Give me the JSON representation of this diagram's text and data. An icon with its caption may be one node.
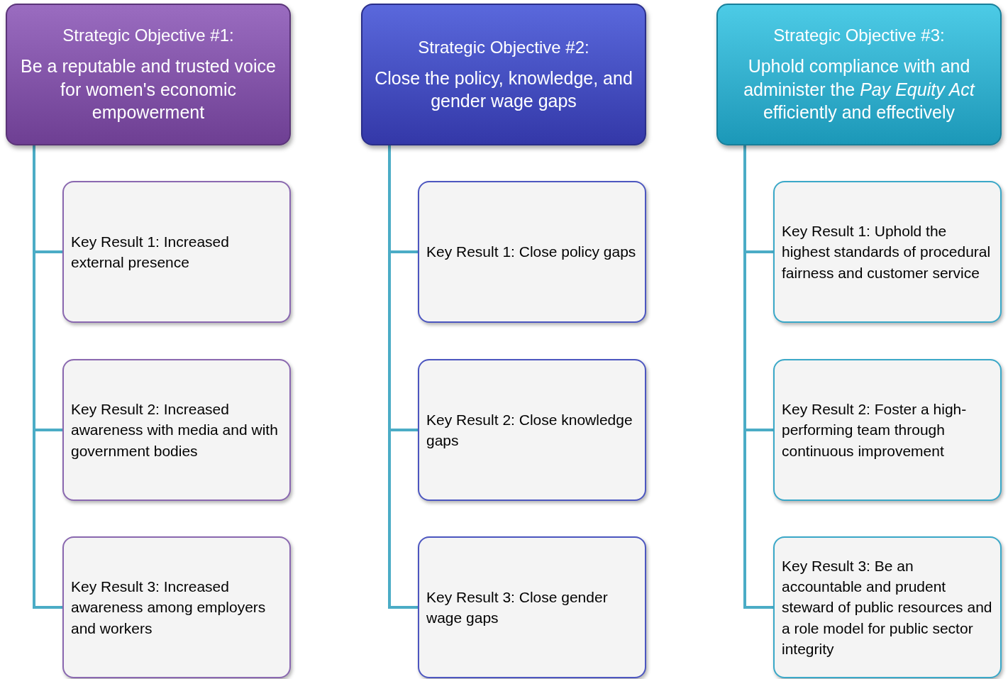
{
  "diagram": {
    "nodes": [
      {
        "text": [
          "Strategic Objective #1:",
          "Be a reputable and trusted voice for women's economic empowerment"
        ]
      },
      {
        "text": [
          "Key Result 1: Increased external presence"
        ]
      },
      {
        "text": [
          "Key Result 2: Increased awareness with media and with government bodies"
        ]
      },
      {
        "text": [
          "Key Result 3: Increased awareness among employers and workers"
        ]
      },
      {
        "text": [
          "Strategic Objective #2:",
          "Close the policy, knowledge, and gender wage gaps"
        ]
      },
      {
        "text": [
          "Key Result 1: Close policy gaps"
        ]
      },
      {
        "text": [
          "Key Result 2: Close knowledge gaps"
        ]
      },
      {
        "text": [
          "Key Result 3: Close gender wage gaps"
        ]
      },
      {
        "text": [
          "Strategic Objective #3:",
          "Uphold compliance with and administer the *Pay Equity Act* efficiently and effectively"
        ]
      },
      {
        "text": [
          "Key Result 1: Uphold the highest standards of procedural fairness and customer service"
        ]
      },
      {
        "text": [
          "Key Result 2: Foster a high-performing team through continuous improvement"
        ]
      },
      {
        "text": [
          "Key Result 3: Be an accountable and prudent steward of public resources and a role model for public sector integrity"
        ]
      }
    ],
    "edges": [
      {
        "from": 0,
        "to": 1,
        "arrow": "none"
      },
      {
        "from": 0,
        "to": 2,
        "arrow": "none"
      },
      {
        "from": 0,
        "to": 3,
        "arrow": "none"
      },
      {
        "from": 4,
        "to": 5,
        "arrow": "none"
      },
      {
        "from": 4,
        "to": 6,
        "arrow": "none"
      },
      {
        "from": 4,
        "to": 7,
        "arrow": "none"
      },
      {
        "from": 8,
        "to": 9,
        "arrow": "none"
      },
      {
        "from": 8,
        "to": 10,
        "arrow": "none"
      },
      {
        "from": 8,
        "to": 11,
        "arrow": "none"
      }
    ]
  }
}
